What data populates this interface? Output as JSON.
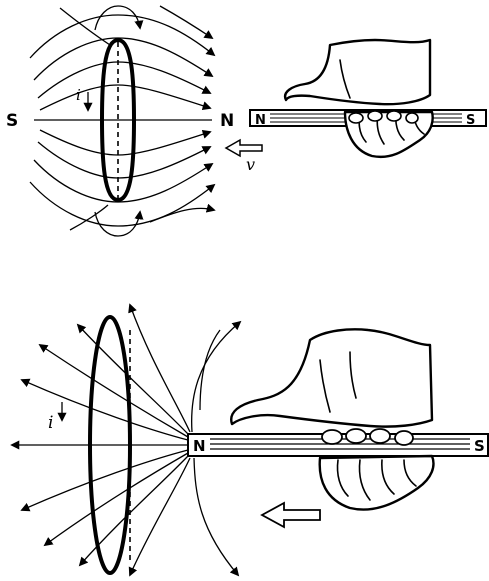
{
  "top_figure": {
    "left_pole": "S",
    "right_pole": "N",
    "current_symbol": "i",
    "velocity_symbol": "v",
    "magnet_near_pole": "N",
    "magnet_far_pole": "S"
  },
  "bottom_figure": {
    "current_symbol": "i",
    "magnet_near_pole": "N",
    "magnet_far_pole": "S"
  }
}
